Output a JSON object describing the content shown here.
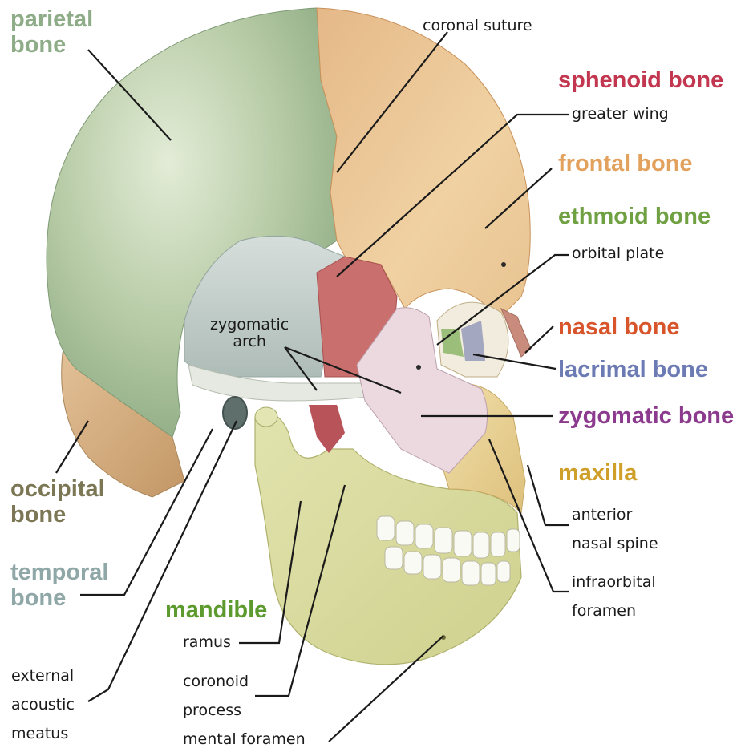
{
  "labels": {
    "parietal_1": "parietal",
    "parietal_2": "bone",
    "coronal_suture": "coronal suture",
    "sphenoid_bone": "sphenoid bone",
    "greater_wing": "greater wing",
    "frontal_bone": "frontal bone",
    "ethmoid_bone": "ethmoid bone",
    "orbital_plate": "orbital plate",
    "zygomatic_arch_1": "zygomatic",
    "zygomatic_arch_2": "arch",
    "nasal_bone": "nasal bone",
    "lacrimal_bone": "lacrimal bone",
    "zygomatic_bone": "zygomatic bone",
    "maxilla": "maxilla",
    "anterior_1": "anterior",
    "anterior_2": "nasal spine",
    "infraorbital_1": "infraorbital",
    "infraorbital_2": "foramen",
    "occipital_1": "occipital",
    "occipital_2": "bone",
    "temporal_1": "temporal",
    "temporal_2": "bone",
    "mandible": "mandible",
    "ramus": "ramus",
    "coronoid_1": "coronoid",
    "coronoid_2": "process",
    "eam_1": "external",
    "eam_2": "acoustic",
    "eam_3": "meatus",
    "mental_foramen": "mental foramen"
  },
  "colors": {
    "parietal": "#8fac89",
    "frontal": "#e2a15c",
    "sphenoid": "#c2374f",
    "ethmoid": "#6fa041",
    "nasal": "#d8542a",
    "lacrimal": "#6c7bb3",
    "zygomatic": "#8b3a8d",
    "maxilla": "#cf9f29",
    "occipital": "#7b7653",
    "temporal": "#8fa7a6",
    "mandible": "#5c9a2e"
  }
}
